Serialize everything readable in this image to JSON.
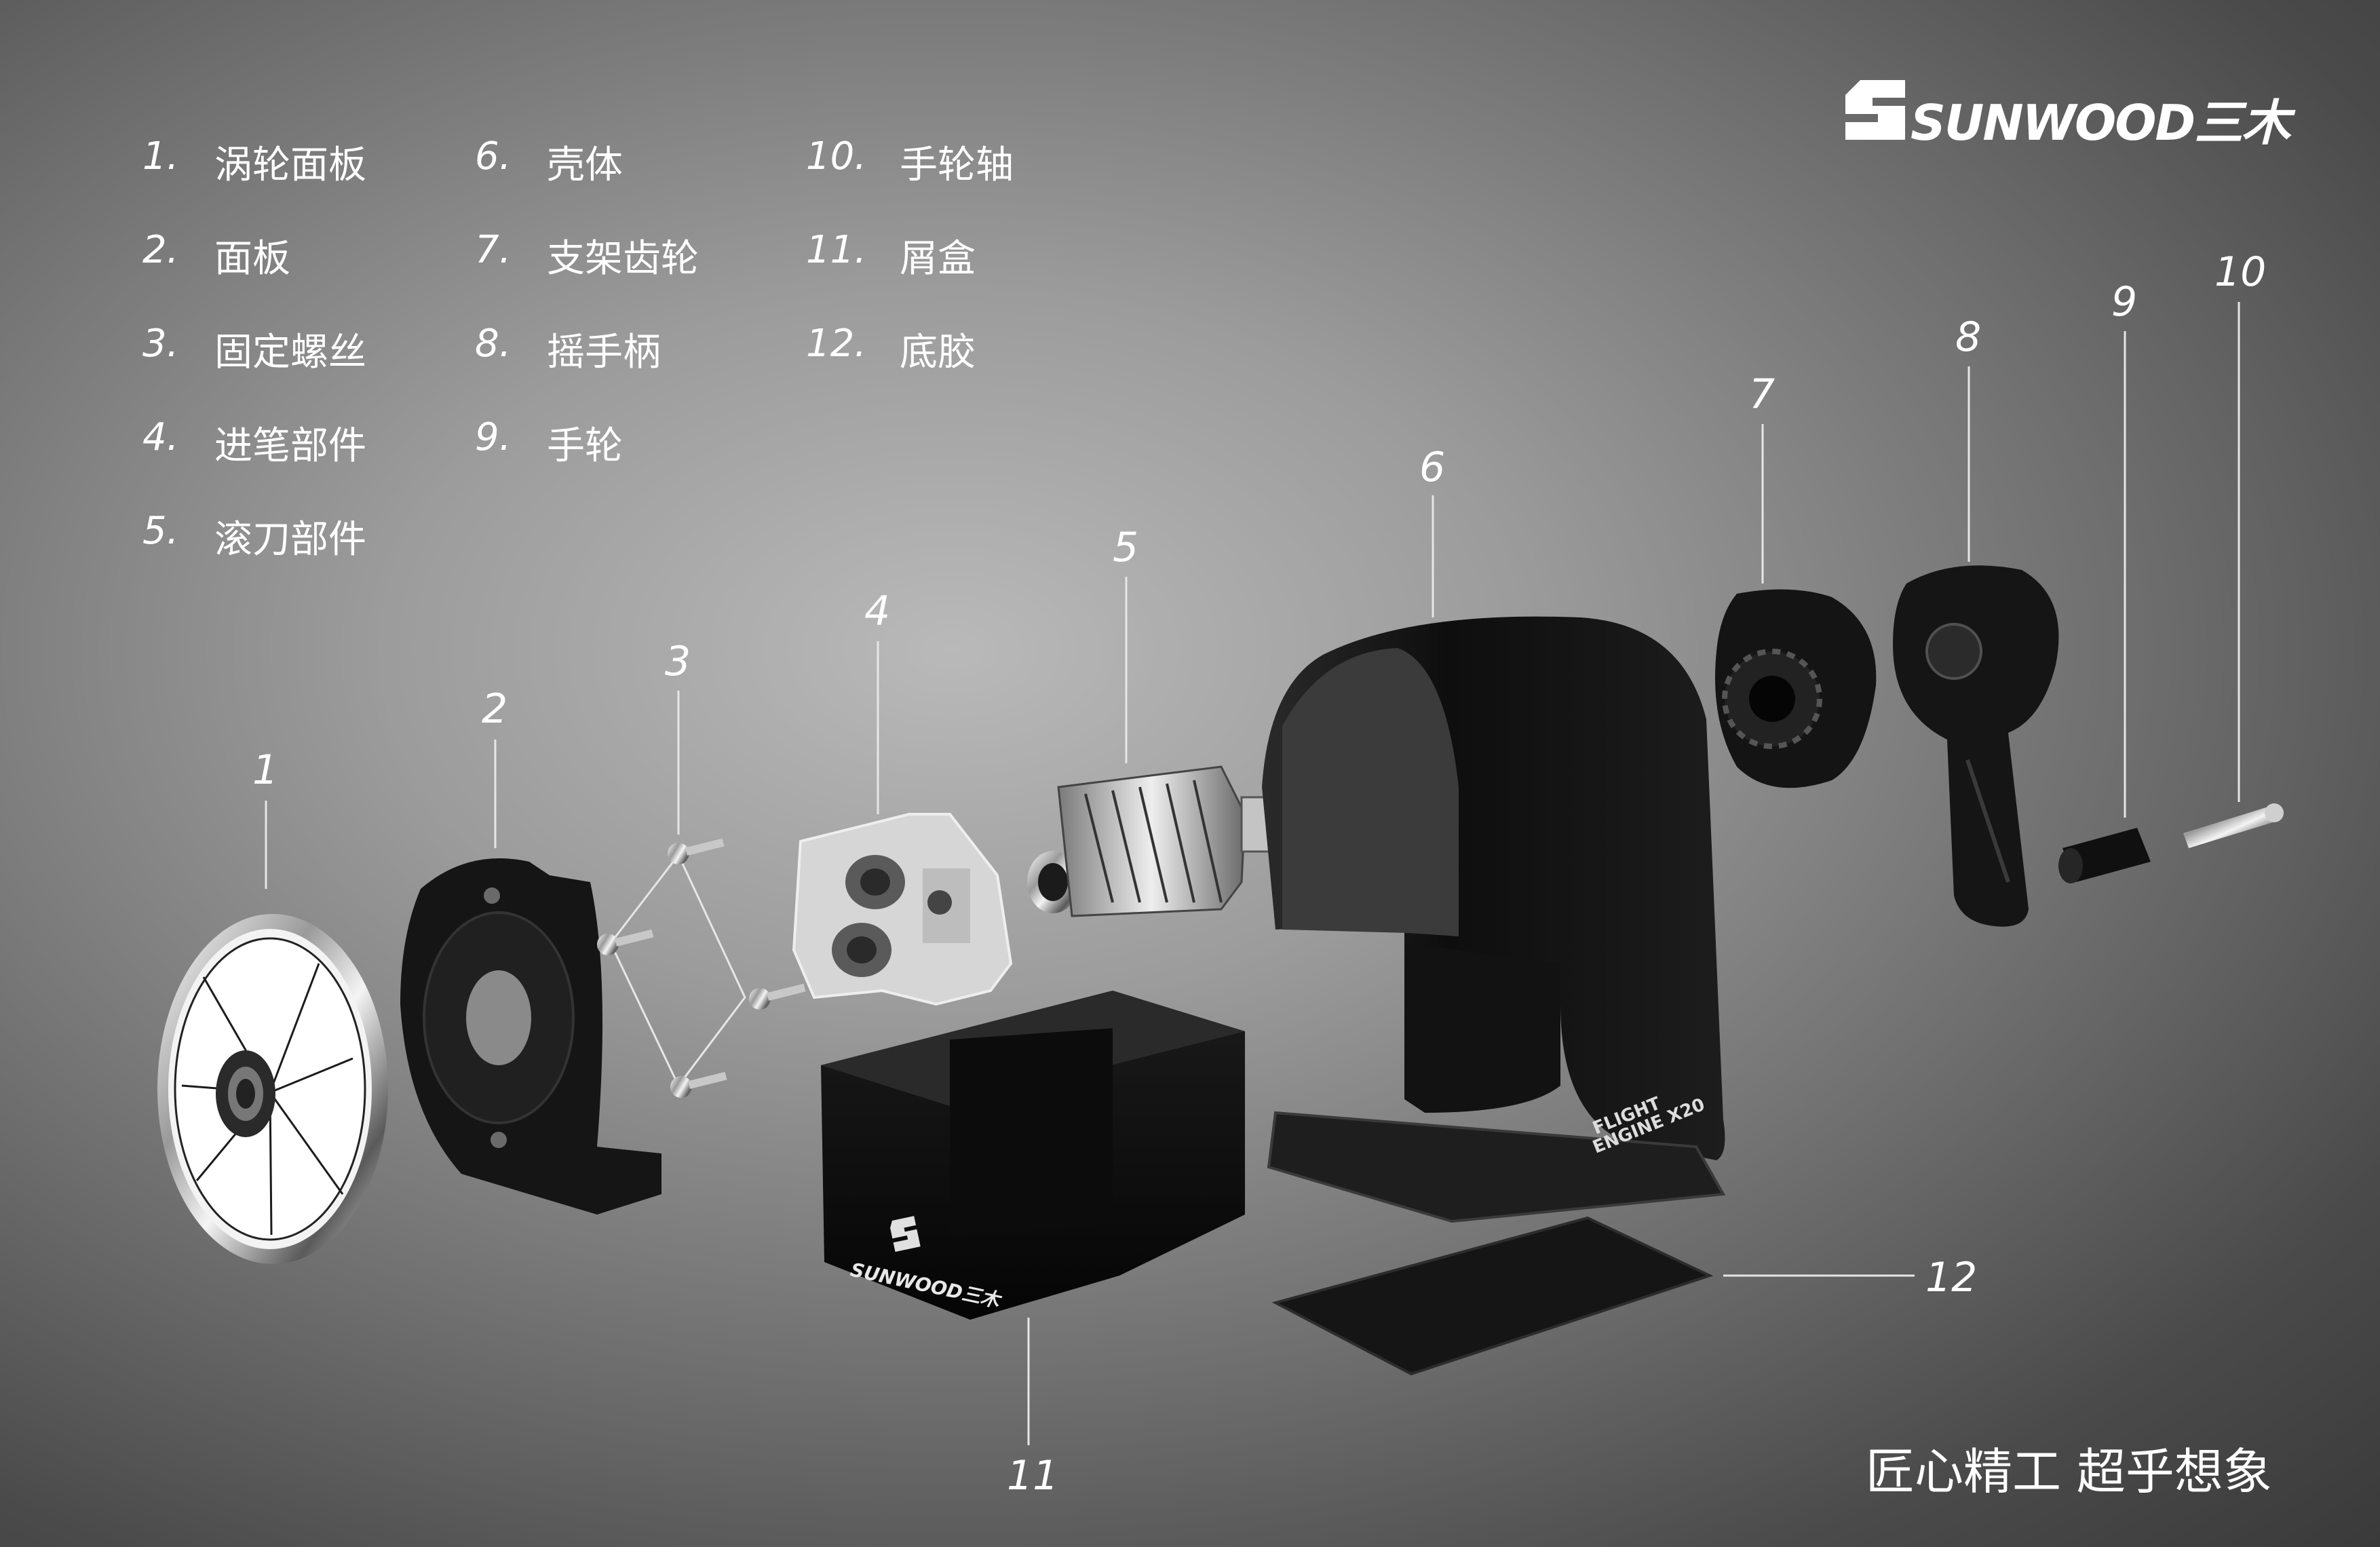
{
  "brand": {
    "name": "SUNWOOD三木",
    "box_label": "SUNWOOD三木",
    "body_print": [
      "FLIGHT",
      "ENGINE X20"
    ]
  },
  "slogan": "匠心精工  超乎想象",
  "legend": [
    {
      "num": "1.",
      "label": "涡轮面板"
    },
    {
      "num": "2.",
      "label": "面板"
    },
    {
      "num": "3.",
      "label": "固定螺丝"
    },
    {
      "num": "4.",
      "label": "进笔部件"
    },
    {
      "num": "5.",
      "label": "滚刀部件"
    },
    {
      "num": "6.",
      "label": "壳体"
    },
    {
      "num": "7.",
      "label": "支架齿轮"
    },
    {
      "num": "8.",
      "label": "摇手柄"
    },
    {
      "num": "9.",
      "label": "手轮"
    },
    {
      "num": "10.",
      "label": "手轮轴"
    },
    {
      "num": "11.",
      "label": "屑盒"
    },
    {
      "num": "12.",
      "label": "底胶"
    }
  ],
  "callouts": [
    "1",
    "2",
    "3",
    "4",
    "5",
    "6",
    "7",
    "8",
    "9",
    "10",
    "11",
    "12"
  ],
  "colors": {
    "background_center": "#b9b9b9",
    "background_edge": "#3a3a3a",
    "part_black": "#141414",
    "text": "#ffffff"
  }
}
